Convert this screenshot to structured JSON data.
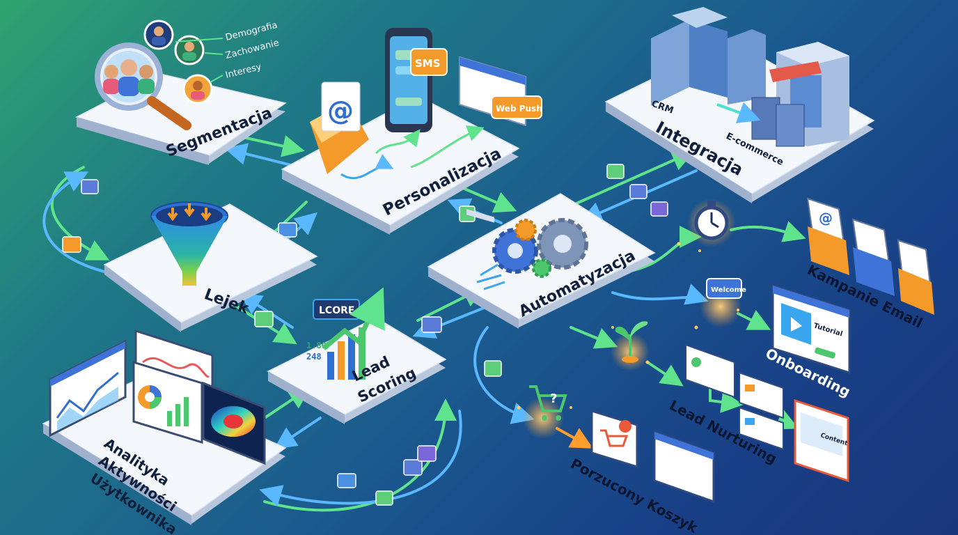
{
  "colors": {
    "accent_green": "#4cd37a",
    "accent_blue": "#3aa6f0",
    "accent_orange": "#f39a2b",
    "platform_top": "#f4f7fb",
    "platform_side": "#b9c7dc",
    "label_dark": "#0f1e3a"
  },
  "nodes": {
    "segmentacja": {
      "label": "Segmentacja",
      "items": [
        "Demografia",
        "Zachowanie",
        "Interesy"
      ],
      "icon": "magnifier-people-icon"
    },
    "personalizacja": {
      "label": "Personalizacja",
      "sms": "SMS",
      "push": "Web Push",
      "email_symbol": "@",
      "icon": "envelope-phone-icon"
    },
    "integracja": {
      "label": "Integracja",
      "crm": "CRM",
      "ecommerce": "E-commerce",
      "icon": "buildings-servers-icon"
    },
    "lejek": {
      "label": "Lejek",
      "icon": "funnel-icon"
    },
    "automatyzacja": {
      "label": "Automatyzacja",
      "icon": "gears-icon"
    },
    "lead_scoring": {
      "label_line1": "Lead",
      "label_line2": "Scoring",
      "badge": "LCORE",
      "num1": "1.80",
      "num2": "248",
      "icon": "growth-chart-icon"
    },
    "analityka": {
      "line1": "Analityka",
      "line2": "Aktywności",
      "line3": "Użytkownika",
      "icon": "dashboard-icon"
    }
  },
  "outputs": {
    "kampanie": {
      "label": "Kampanie Email",
      "icon": "email-docs-icon"
    },
    "onboarding": {
      "label": "Onboarding",
      "badge": "Welcome",
      "screen": "Tutorial",
      "icon": "tutorial-screen-icon"
    },
    "nurturing": {
      "label": "Lead Nurturing",
      "screen": "Content",
      "icon": "sprout-icon"
    },
    "koszyk": {
      "label": "Porzucony Koszyk",
      "icon": "cart-icon"
    }
  }
}
